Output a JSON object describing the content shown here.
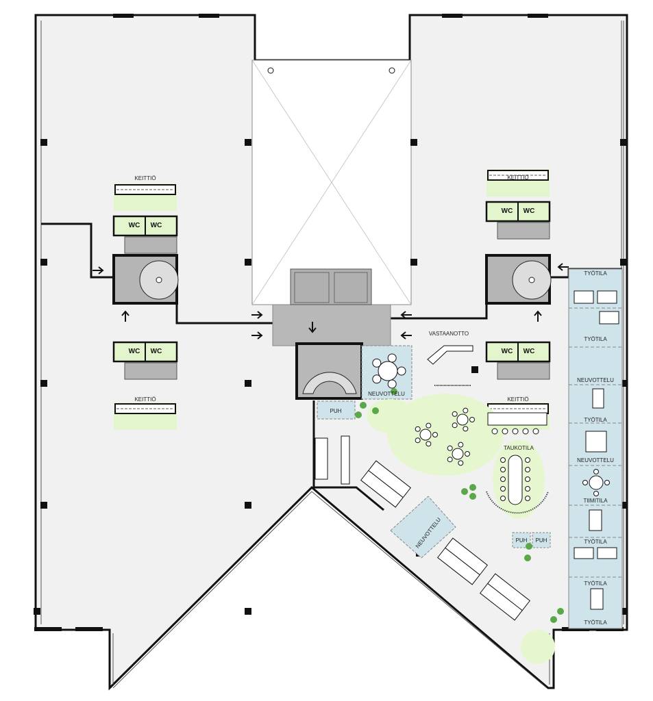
{
  "plan": {
    "colors": {
      "floor": "#f1f1f1",
      "wall": "#111111",
      "kitchen": "#e3f5cc",
      "meeting": "#cfe3ea",
      "core": "#b5b5b5",
      "lounge": "#e6f7cf",
      "plant": "#5aa84a"
    },
    "labels": {
      "keittio_tl": "KEITTIÖ",
      "keittio_bl": "KEITTIÖ",
      "keittio_tr": "KEITTIÖ",
      "keittio_br": "KEITTIÖ",
      "wc": "WC",
      "vastaanotto": "VASTAANOTTO",
      "neuvottelu_center": "NEUVOTTELU",
      "neuvottelu_diag": "NEUVOTTELU",
      "puh_1": "PUH",
      "puh_2": "PUH",
      "puh_3": "PUH",
      "taukotila": "TAUKOTILA",
      "strip": [
        "TYÖTILA",
        "TYÖTILA",
        "NEUVOTTELU",
        "TYÖTILA",
        "NEUVOTTELU",
        "TIIMITILA",
        "TYÖTILA",
        "TYÖTILA",
        "TYÖTILA"
      ]
    }
  }
}
